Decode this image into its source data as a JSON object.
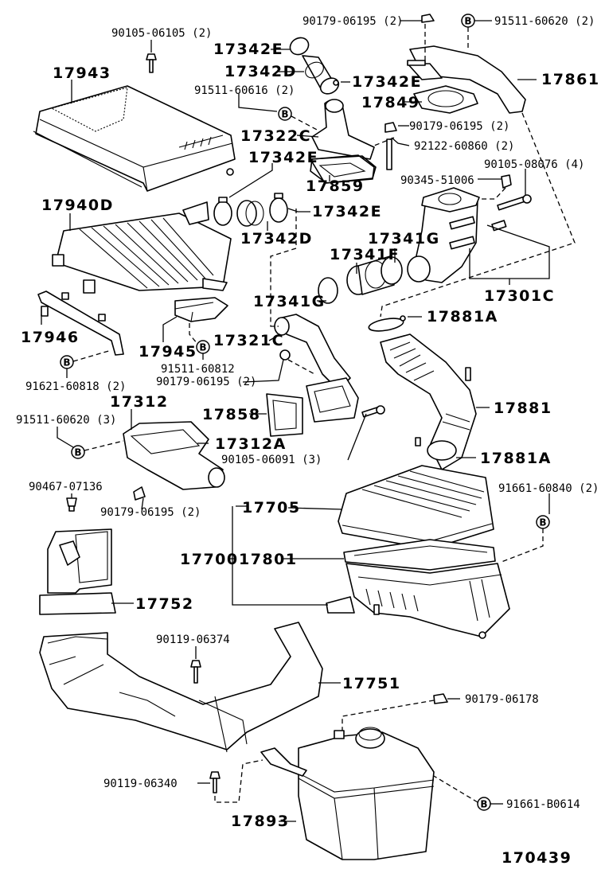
{
  "diagram": {
    "id": "170439",
    "bolt_marker": "B",
    "labels": {
      "l_90105_06105": "90105-06105 (2)",
      "l_17943": "17943",
      "l_17342E_a": "17342E",
      "l_17342D_a": "17342D",
      "l_91511_60616": "91511-60616 (2)",
      "l_17322C": "17322C",
      "l_17342E_b": "17342E",
      "l_17342E_c": "17342E",
      "l_17342E_d": "17342E",
      "l_17342D_b": "17342D",
      "l_90179_06195_a": "90179-06195 (2)",
      "l_91511_60620_a": "91511-60620 (2)",
      "l_17861": "17861",
      "l_17849": "17849",
      "l_90179_06195_b": "90179-06195 (2)",
      "l_92122_60860": "92122-60860 (2)",
      "l_17859": "17859",
      "l_90105_08076": "90105-08076 (4)",
      "l_90345_51006": "90345-51006",
      "l_17940D": "17940D",
      "l_17341G_a": "17341G",
      "l_17341F": "17341F",
      "l_17341G_b": "17341G",
      "l_17301C": "17301C",
      "l_17881A_a": "17881A",
      "l_17946": "17946",
      "l_17945": "17945",
      "l_17321C": "17321C",
      "l_91511_60812": "91511-60812",
      "l_90179_06195_c": "90179-06195 (2)",
      "l_91621_60818": "91621-60818 (2)",
      "l_17312": "17312",
      "l_17858": "17858",
      "l_17881": "17881",
      "l_91511_60620_b": "91511-60620 (3)",
      "l_17312A": "17312A",
      "l_90105_06091": "90105-06091 (3)",
      "l_17881A_b": "17881A",
      "l_90467_07136": "90467-07136",
      "l_90179_06195_d": "90179-06195 (2)",
      "l_91661_60840": "91661-60840 (2)",
      "l_17705": "17705",
      "l_17700": "17700",
      "l_17801": "17801",
      "l_17752": "17752",
      "l_90119_06374": "90119-06374",
      "l_17751": "17751",
      "l_90179_06178": "90179-06178",
      "l_90119_06340": "90119-06340",
      "l_17893": "17893",
      "l_91661_B0614": "91661-B0614"
    }
  }
}
